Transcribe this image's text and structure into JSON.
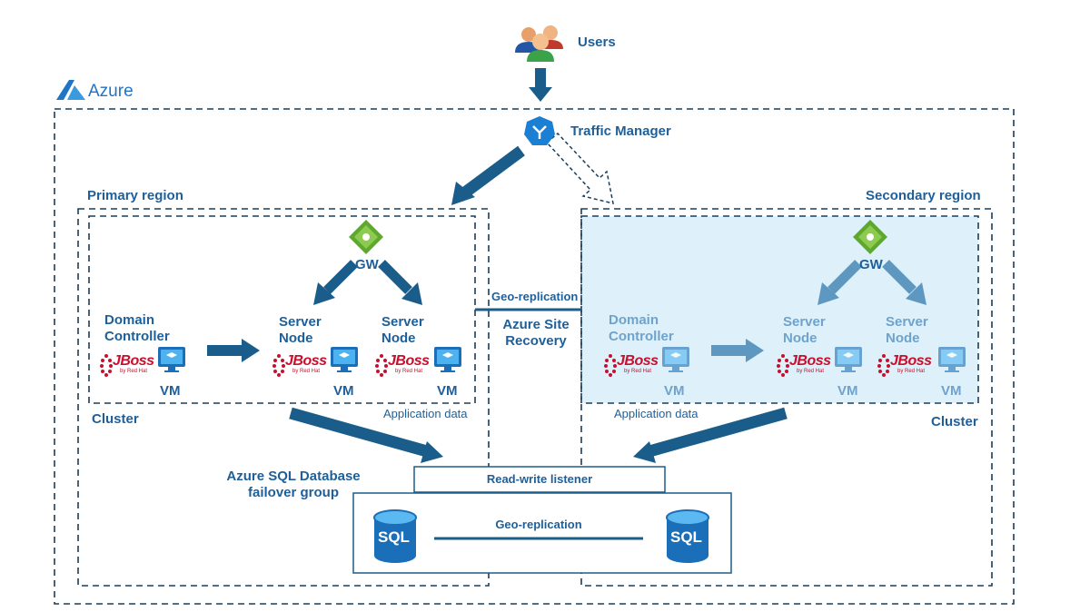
{
  "labels": {
    "users": "Users",
    "azure": "Azure",
    "traffic_manager": "Traffic Manager",
    "primary_region": "Primary region",
    "secondary_region": "Secondary region",
    "gw": "GW",
    "domain_controller": "Domain\nController",
    "server_node": "Server\nNode",
    "vm": "VM",
    "cluster": "Cluster",
    "application_data": "Application data",
    "geo_replication": "Geo-replication",
    "azure_site_recovery": "Azure Site\nRecovery",
    "sql_failover_group": "Azure SQL Database\nfailover group",
    "read_write_listener": "Read-write listener",
    "sql": "SQL",
    "jboss": "JBoss",
    "by_red_hat": "by Red Hat"
  },
  "colors": {
    "primary_dark": "#1a5d8a",
    "label_blue": "#1f5f99",
    "faded_blue": "#6fa3cc",
    "secondary_fill": "#def0f9",
    "azure_blue": "#1f74c7",
    "jboss_red": "#c8102e",
    "gw_green": "#5fa830"
  },
  "icons": [
    "users-icon",
    "azure-logo-icon",
    "traffic-manager-icon",
    "gateway-icon",
    "vm-icon",
    "jboss-logo-icon",
    "sql-database-icon"
  ]
}
